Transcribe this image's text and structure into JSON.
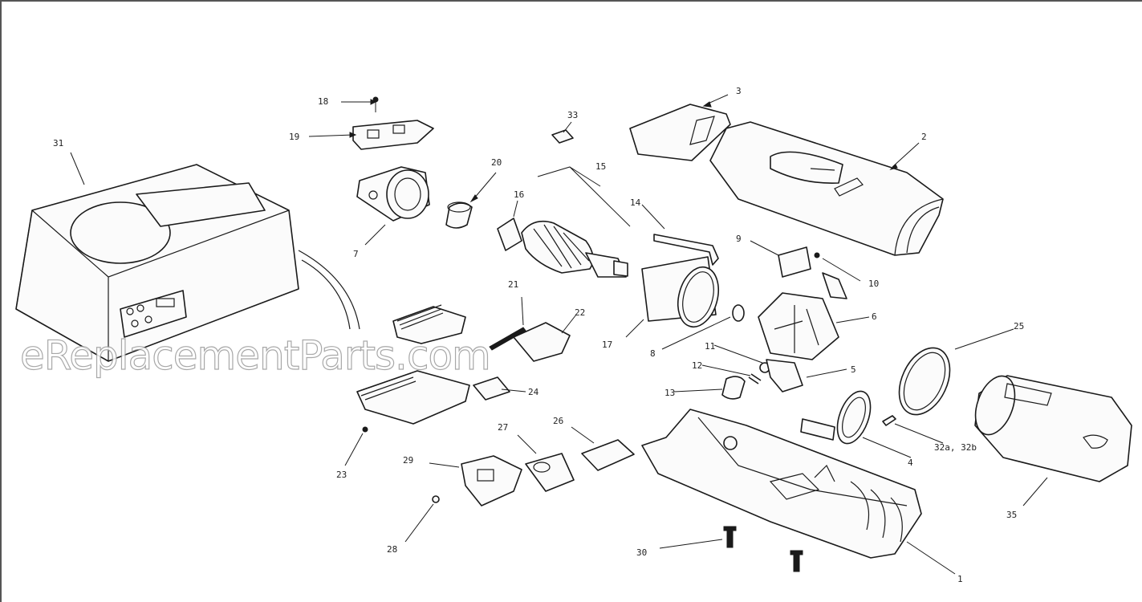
{
  "watermark": "eReplacementParts.com",
  "labels": {
    "l1": "1",
    "l2": "2",
    "l3": "3",
    "l4": "4",
    "l5": "5",
    "l6": "6",
    "l7": "7",
    "l8": "8",
    "l9": "9",
    "l10": "10",
    "l11": "11",
    "l12": "12",
    "l13": "13",
    "l14": "14",
    "l15": "15",
    "l16": "16",
    "l17": "17",
    "l18": "18",
    "l19": "19",
    "l20": "20",
    "l21": "21",
    "l22": "22",
    "l23": "23",
    "l24": "24",
    "l25": "25",
    "l26": "26",
    "l27": "27",
    "l28": "28",
    "l29": "29",
    "l30": "30",
    "l31": "31",
    "l32": "32a, 32b",
    "l33": "33",
    "l35": "35"
  }
}
